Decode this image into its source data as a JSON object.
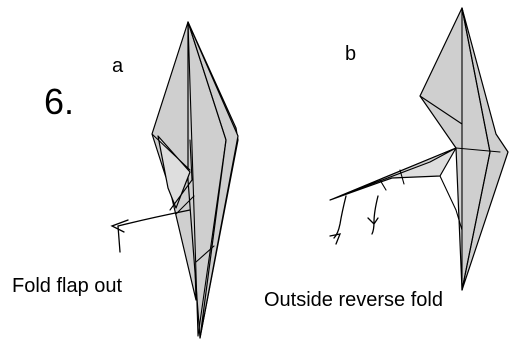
{
  "step_number": "6.",
  "panels": [
    {
      "label": "a",
      "caption": "Fold flap out"
    },
    {
      "label": "b",
      "caption": "Outside reverse fold"
    }
  ],
  "colors": {
    "paper": "#cfcfcf",
    "paper_light": "#dedede",
    "line": "#000000",
    "background": "#ffffff"
  }
}
